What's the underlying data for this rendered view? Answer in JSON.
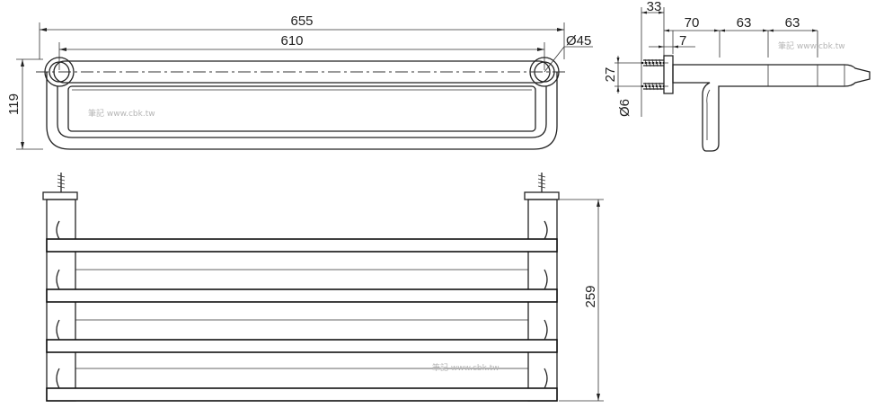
{
  "front_view": {
    "overall_width": "655",
    "bar_spacing": "610",
    "tube_diameter": "Ø45",
    "height": "119",
    "watermark": "筆記 www.cbk.tw"
  },
  "side_view": {
    "dim_33": "33",
    "dim_70": "70",
    "dim_63_a": "63",
    "dim_63_b": "63",
    "dim_7": "7",
    "dim_27": "27",
    "dim_screw": "Ø6",
    "watermark": "筆記 www.cbk.tw"
  },
  "top_view": {
    "depth": "259",
    "watermark": "筆記 www.cbk.tw"
  }
}
